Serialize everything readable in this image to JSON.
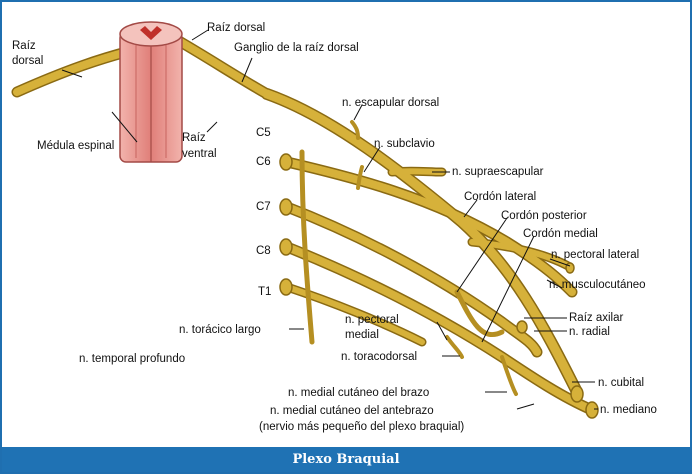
{
  "caption": "Plexo Braquial",
  "colors": {
    "nerve": "#c9a52f",
    "nerve_dark": "#8a6a13",
    "cord": "#e79a93",
    "frame": "#1f6fb0"
  },
  "labels": {
    "raiz_dorsal_left": [
      "Raíz",
      "dorsal"
    ],
    "raiz_dorsal_top": "Raíz dorsal",
    "ganglio": "Ganglio de la raíz dorsal",
    "medula": "Médula espinal",
    "raiz_ventral": [
      "Raíz",
      "ventral"
    ],
    "c5": "C5",
    "c6": "C6",
    "c7": "C7",
    "c8": "C8",
    "t1": "T1",
    "escapular_dorsal": "n. escapular dorsal",
    "subclavio": "n. subclavio",
    "supraescapular": "n. supraescapular",
    "cordon_lateral": "Cordón lateral",
    "cordon_posterior": "Cordón posterior",
    "cordon_medial": "Cordón medial",
    "pectoral_lateral": "n. pectoral lateral",
    "musculocutaneo": "n. musculocutáneo",
    "raiz_axilar": "Raíz axilar",
    "radial": "n. radial",
    "toracico_largo": "n. torácico largo",
    "temporal_profundo": "n. temporal profundo",
    "pectoral_medial": [
      "n. pectoral",
      "medial"
    ],
    "toracodorsal": "n. toracodorsal",
    "cutaneo_brazo": "n. medial cutáneo del brazo",
    "cutaneo_antebrazo": "n. medial cutáneo del antebrazo",
    "nervio_pequeno": "(nervio más pequeño del plexo braquial)",
    "cubital": "n. cubital",
    "mediano": "n. mediano"
  }
}
